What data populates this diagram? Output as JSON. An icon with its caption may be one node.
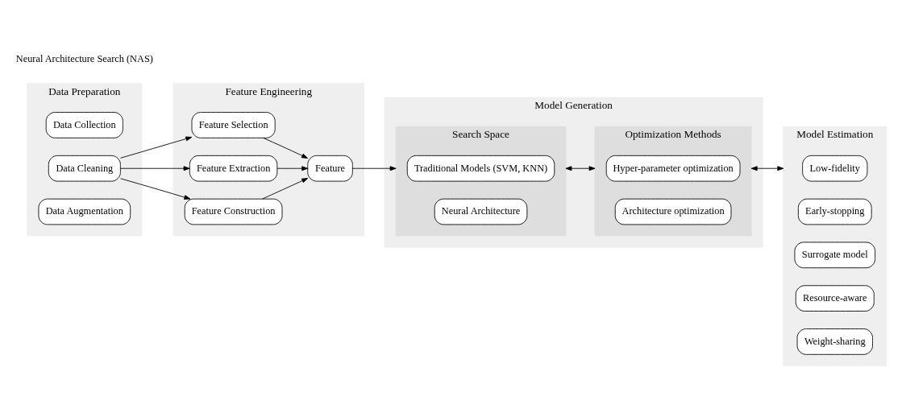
{
  "diagram": {
    "nodes": [
      {
        "text": [
          "Data Preparation"
        ]
      },
      {
        "text": [
          "Data Collection"
        ],
        "in": 0
      },
      {
        "text": [
          "Data Cleaning"
        ],
        "in": 0
      },
      {
        "text": [
          "Data Augmentation"
        ],
        "in": 0
      },
      {
        "text": [
          "Feature Engineering"
        ]
      },
      {
        "text": [
          "Feature Selection"
        ],
        "in": 4
      },
      {
        "text": [
          "Feature Extraction"
        ],
        "in": 4
      },
      {
        "text": [
          "Feature Construction"
        ],
        "in": 4
      },
      {
        "text": [
          "Feature"
        ],
        "in": 4
      },
      {
        "text": [
          "Model Generation"
        ]
      },
      {
        "text": [
          "Search Space"
        ],
        "in": 9
      },
      {
        "text": [
          "Traditional Models (SVM, KNN)"
        ],
        "in": 10
      },
      {
        "text": [
          "Neural Architecture"
        ],
        "in": 10
      },
      {
        "text": [
          "Optimization Methods"
        ],
        "in": 9
      },
      {
        "text": [
          "Hyper-parameter optimization"
        ],
        "in": 13
      },
      {
        "text": [
          "Architecture optimization"
        ],
        "in": 13
      },
      {
        "text": [
          "Model Estimation"
        ]
      },
      {
        "text": [
          "Low-fidelity"
        ],
        "in": 16
      },
      {
        "text": [
          "Early-stopping"
        ],
        "in": 16
      },
      {
        "text": [
          "Surrogate model"
        ],
        "in": 16
      },
      {
        "text": [
          "Resource-aware"
        ],
        "in": 16
      },
      {
        "text": [
          "Weight-sharing"
        ],
        "in": 16
      }
    ],
    "edges": [
      {
        "from": 2,
        "to": 5,
        "arrow": "to"
      },
      {
        "from": 2,
        "to": 6,
        "arrow": "to"
      },
      {
        "from": 2,
        "to": 7,
        "arrow": "to"
      },
      {
        "from": 5,
        "to": 8,
        "arrow": "to"
      },
      {
        "from": 6,
        "to": 8,
        "arrow": "to"
      },
      {
        "from": 7,
        "to": 8,
        "arrow": "to"
      },
      {
        "from": 8,
        "to": 10,
        "arrow": "to"
      },
      {
        "from": 10,
        "to": 13,
        "arrow": "both"
      },
      {
        "from": 13,
        "to": 16,
        "arrow": "both"
      }
    ],
    "labels": [
      "Neural Architecture Search (NAS)"
    ]
  }
}
